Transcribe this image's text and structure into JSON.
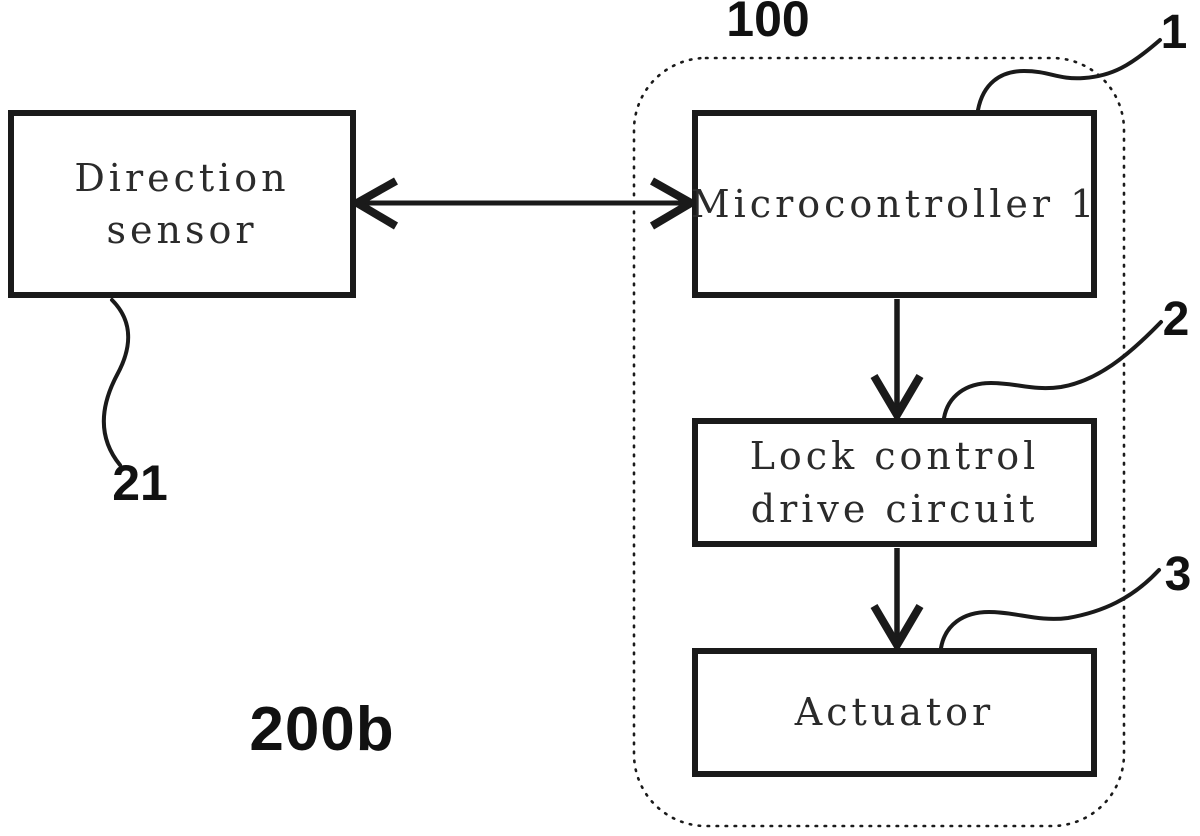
{
  "figure": {
    "boundary_label": "100",
    "figure_label": "200b"
  },
  "blocks": {
    "direction_sensor": {
      "line1": "Direction",
      "line2": "sensor",
      "ref": "21"
    },
    "microcontroller": {
      "line1": "Microcontroller 1",
      "ref": "1"
    },
    "lock_control": {
      "line1": "Lock control",
      "line2": "drive circuit",
      "ref": "2"
    },
    "actuator": {
      "line1": "Actuator",
      "ref": "3"
    }
  },
  "connections": [
    {
      "from": "direction_sensor",
      "to": "microcontroller",
      "type": "bidirectional"
    },
    {
      "from": "microcontroller",
      "to": "lock_control",
      "type": "arrow"
    },
    {
      "from": "lock_control",
      "to": "actuator",
      "type": "arrow"
    }
  ],
  "colors": {
    "ink": "#1a1a1a",
    "background": "#ffffff"
  }
}
